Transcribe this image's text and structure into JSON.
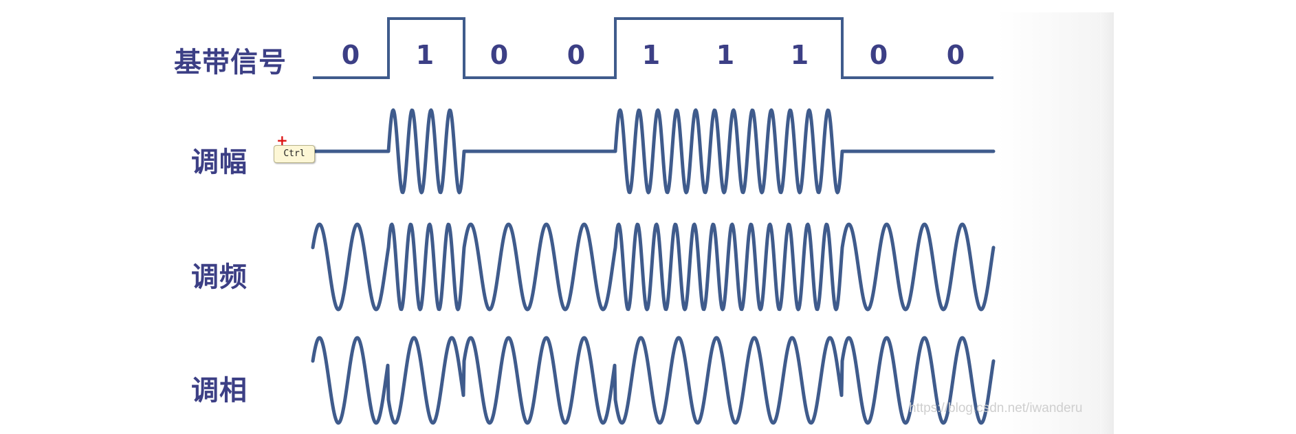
{
  "labels": {
    "baseband": "基带信号",
    "am": "调幅",
    "fm": "调频",
    "pm": "调相"
  },
  "bits": [
    "0",
    "1",
    "0",
    "0",
    "1",
    "1",
    "1",
    "0",
    "0"
  ],
  "tooltip": {
    "text": "Ctrl"
  },
  "cursor": {
    "symbol": "+"
  },
  "watermark": "https://blog.csdn.net/iwanderu",
  "colors": {
    "wave": "#3f5b8c",
    "label": "#3c3f85",
    "tooltip_bg": "#fdf7d6",
    "cursor": "#dd1111"
  },
  "modulation": {
    "am_cycles_per_bit": 4,
    "fm_cycles": {
      "bit0": 2,
      "bit1": 4
    },
    "pm_cycles_per_bit": 2
  }
}
